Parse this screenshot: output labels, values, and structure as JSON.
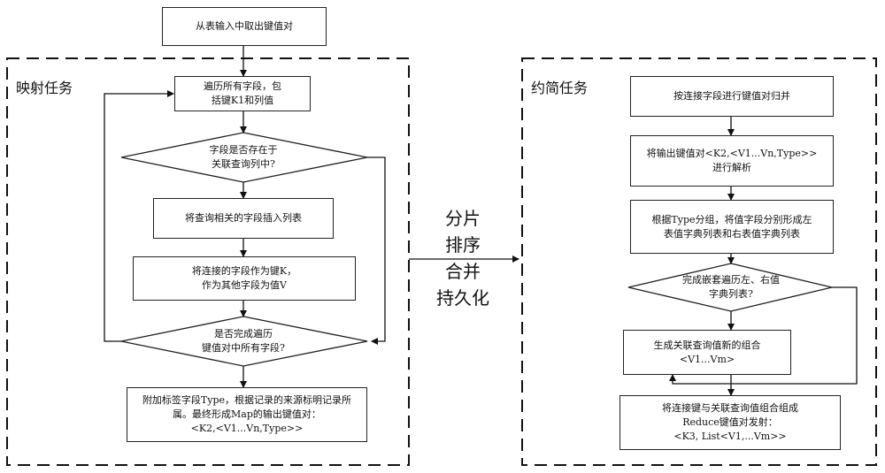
{
  "top_box": "从表输入中取出键值对",
  "map": {
    "title": "映射任务",
    "steps": [
      "遍历所有字段，包\n括键K1和列值",
      "字段是否存在于\n关联查询列中?",
      "将查询相关的字段插入列表",
      "将连接的字段作为键K，\n作为其他字段为值V",
      "是否完成遍历\n键值对中所有字段?",
      "附加标签字段Type，根据记录的来源标明记录所\n属。最终形成Map的输出键值对：\n<K2,<V1...Vn,Type>>"
    ]
  },
  "middle": [
    "分片",
    "排序",
    "合并",
    "持久化"
  ],
  "reduce": {
    "title": "约简任务",
    "steps": [
      "按连接字段进行键值对归并",
      "将输出键值对<K2,<V1...Vn,Type>>\n进行解析",
      "根据Type分组，将值字段分别形成左\n表值字典列表和右表值字典列表",
      "完成嵌套遍历左、右值\n字典列表?",
      "生成关联查询值新的组合\n<V1...Vm>",
      "将连接键与关联查询值组合组成\nReduce键值对发射：\n<K3, List<V1,...Vm>>"
    ]
  }
}
